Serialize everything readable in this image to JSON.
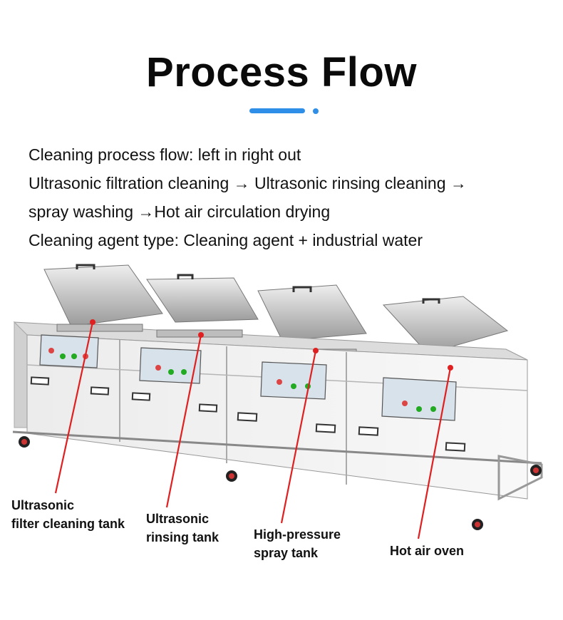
{
  "header": {
    "title": "Process Flow"
  },
  "description": {
    "line1": "Cleaning process flow: left in right out",
    "line2": "Ultrasonic filtration cleaning → Ultrasonic rinsing cleaning →",
    "line3": "spray washing →Hot air circulation drying",
    "line4": "Cleaning agent type: Cleaning agent + industrial water"
  },
  "callouts": {
    "tank1": {
      "line1": "Ultrasonic",
      "line2": "filter cleaning tank"
    },
    "tank2": {
      "line1": "Ultrasonic",
      "line2": "rinsing tank"
    },
    "tank3": {
      "line1": "High-pressure",
      "line2": "spray tank"
    },
    "tank4": {
      "line1": "Hot air oven"
    }
  },
  "colors": {
    "accent": "#2f8fe8",
    "leader_line": "#e02020",
    "steel": "#d9dadc",
    "panel": "#f2f2f2"
  }
}
